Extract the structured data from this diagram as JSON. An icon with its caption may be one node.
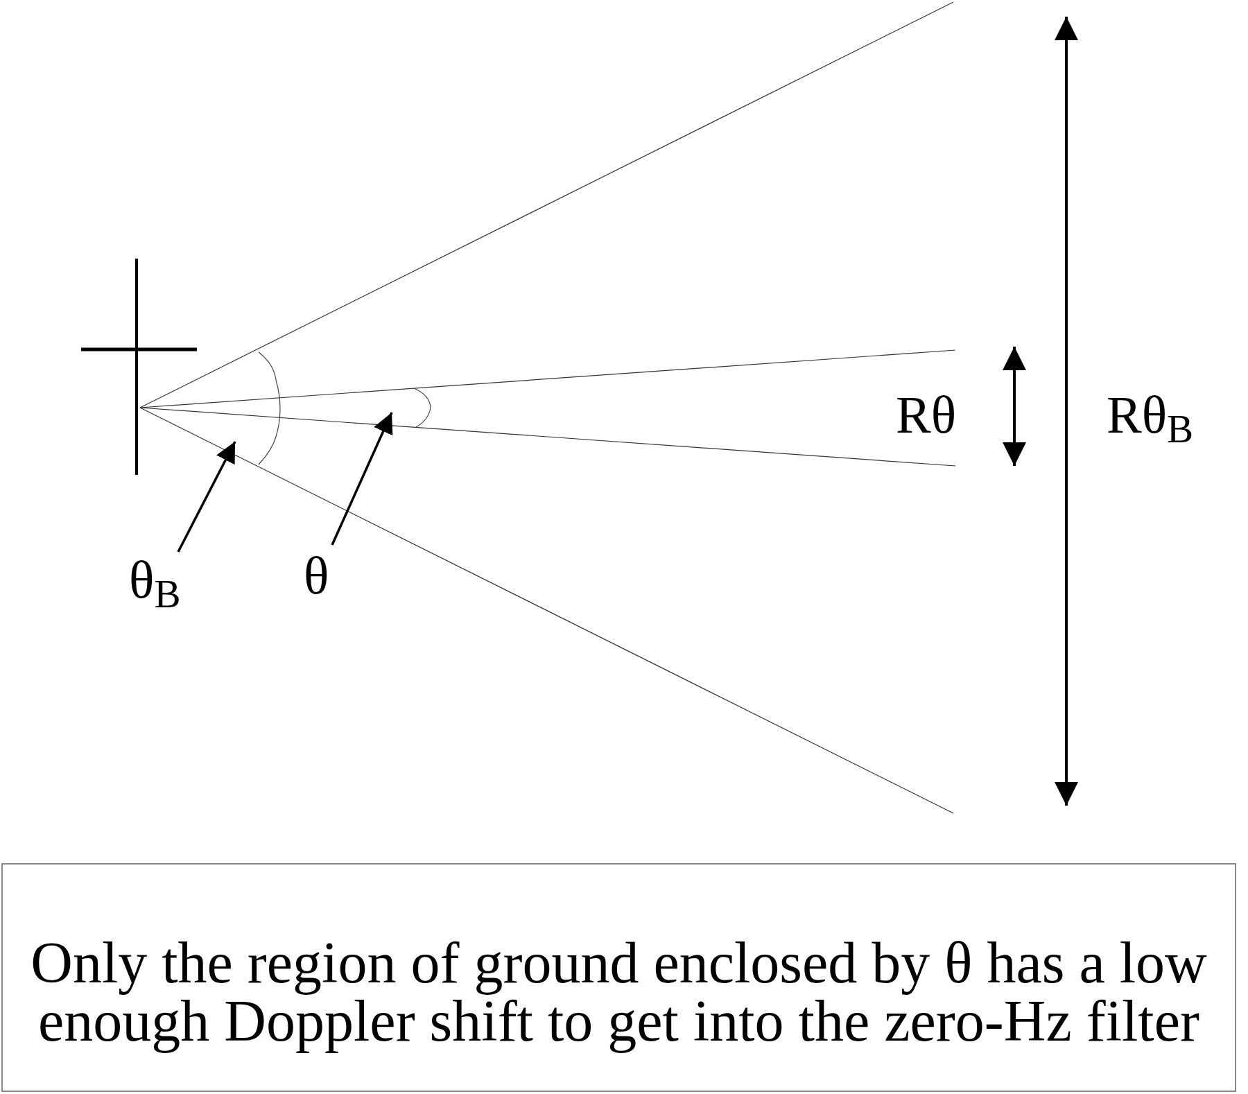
{
  "diagram": {
    "nodes": [
      {
        "text": [
          "θ$_{B}$"
        ]
      },
      {
        "text": [
          "θ"
        ]
      },
      {
        "text": [
          "Only the region of ground enclosed by θ has a low enough Doppler shift to get into the zero-Hz filter"
        ]
      },
      {
        "text": [],
        "shape": "arc"
      },
      {
        "text": [],
        "shape": "arc"
      }
    ],
    "edges": [
      {
        "from": 0,
        "to": 3,
        "arrow": "to"
      },
      {
        "from": 1,
        "to": 4,
        "arrow": "to"
      }
    ],
    "labels": [
      "Rθ",
      "Rθ$_{B}$"
    ]
  }
}
